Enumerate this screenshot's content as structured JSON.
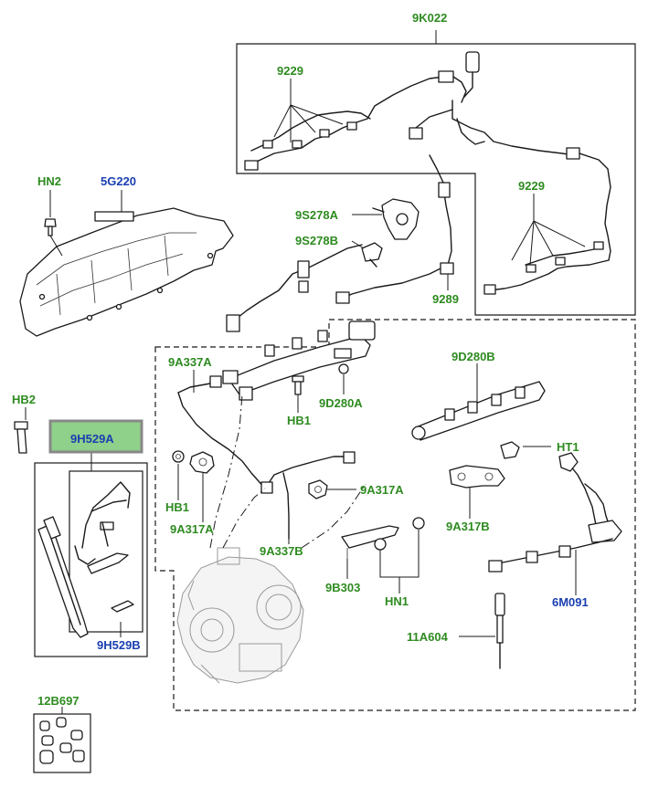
{
  "labels": {
    "l_9k022": "9K022",
    "l_9229_top": "9229",
    "l_9229_right": "9229",
    "l_hn2": "HN2",
    "l_5g220": "5G220",
    "l_9s278a": "9S278A",
    "l_9s278b": "9S278B",
    "l_9289": "9289",
    "l_9a337a": "9A337A",
    "l_9d280b": "9D280B",
    "l_hb2": "HB2",
    "l_9h529a": "9H529A",
    "l_hb1_a": "HB1",
    "l_9d280a": "9D280A",
    "l_ht1": "HT1",
    "l_9a317a_r": "9A317A",
    "l_hb1_b": "HB1",
    "l_9a317a_l": "9A317A",
    "l_9a317b": "9A317B",
    "l_9a337b": "9A337B",
    "l_9b303": "9B303",
    "l_hn1": "HN1",
    "l_6m091": "6M091",
    "l_11a604": "11A604",
    "l_9h529b": "9H529B",
    "l_12b697": "12B697"
  },
  "colors": {
    "label_green": "#2e8b20",
    "label_blue": "#1a3fb0",
    "highlight_fill": "#8fd08a",
    "highlight_border": "#888888",
    "line": "#1a1a1a"
  },
  "highlighted_part": "9H529A"
}
